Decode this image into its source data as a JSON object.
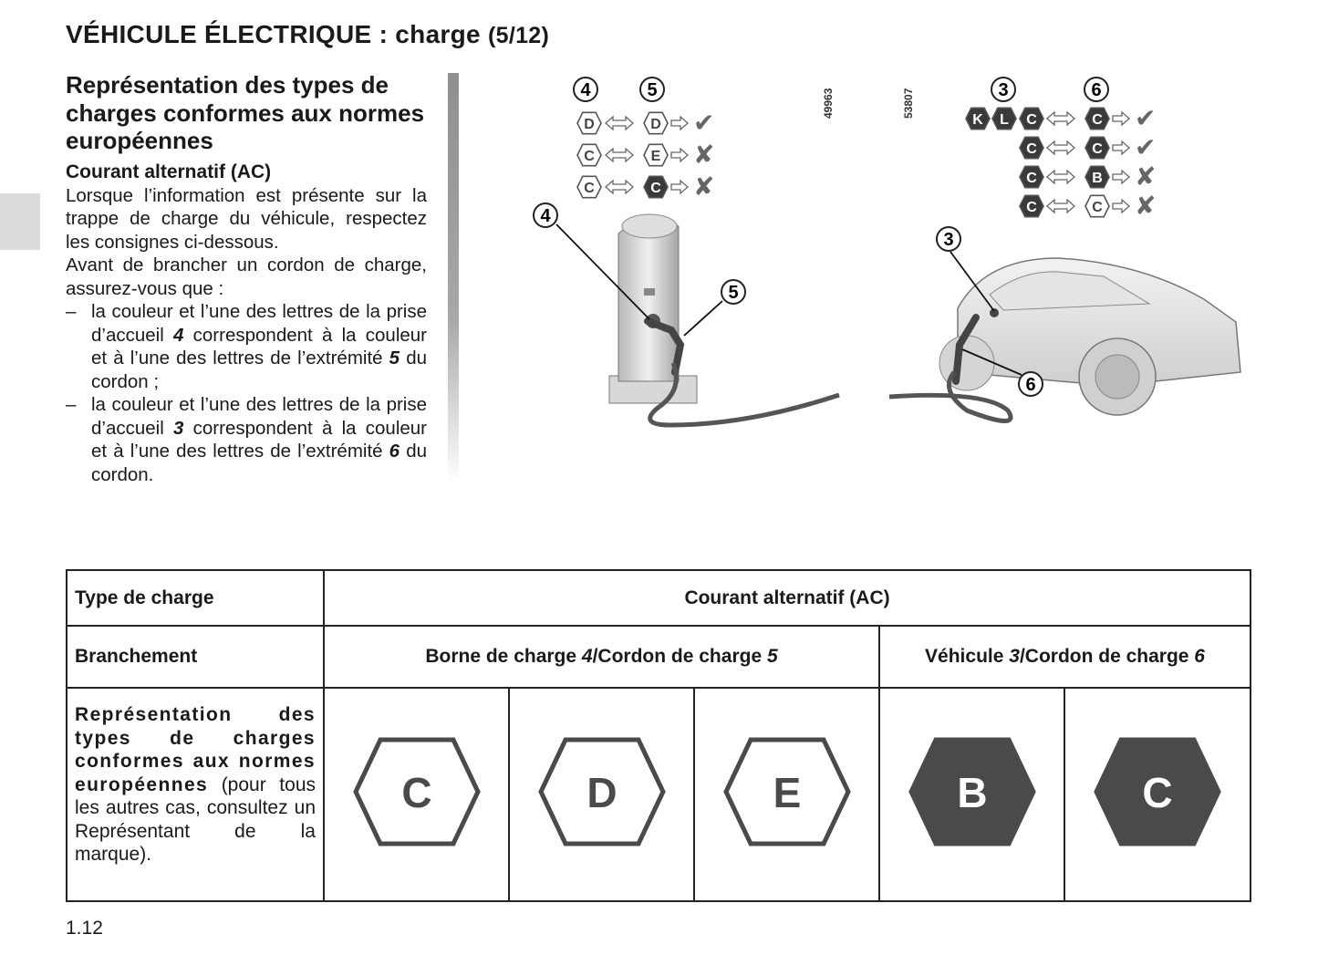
{
  "header": {
    "title": "VÉHICULE ÉLECTRIQUE : charge",
    "page_indicator": "(5/12)"
  },
  "section": {
    "heading": "Représentation des types de charges conformes aux normes européennes",
    "subheading": "Courant alternatif (AC)",
    "paragraph1": "Lorsque l’information est présente sur la trappe de charge du véhicule, respectez les consignes ci-dessous.",
    "paragraph2": "Avant de brancher un cordon de charge, assurez-vous que :",
    "bullets": [
      {
        "dash": "–",
        "before": "la couleur et l’une des lettres de la prise d’accueil ",
        "num": "4",
        "mid": " correspondent à la couleur et à l’une des lettres de l’extrémité ",
        "num2": "5",
        "after": " du cordon ;"
      },
      {
        "dash": "–",
        "before": "la couleur et l’une des lettres de la prise d’accueil ",
        "num": "3",
        "mid": " correspondent à la couleur et à l’une des lettres de l’extrémité ",
        "num2": "6",
        "after": " du cordon."
      }
    ]
  },
  "illustration": {
    "left": {
      "callouts": [
        "4",
        "5",
        "4",
        "5"
      ],
      "ref_code": "49963",
      "rows": [
        {
          "a": "D",
          "b": "D",
          "result": "✔"
        },
        {
          "a": "C",
          "b": "E",
          "result": "✘"
        },
        {
          "a": "C",
          "b": "C",
          "result": "✘"
        }
      ]
    },
    "right": {
      "callouts": [
        "3",
        "6",
        "3",
        "6"
      ],
      "ref_code": "53807",
      "row1_prefix": [
        "K",
        "L"
      ],
      "rows": [
        {
          "a": "C",
          "b": "C",
          "result": "✔"
        },
        {
          "a": "C",
          "b": "C",
          "result": "✔"
        },
        {
          "a": "C",
          "b": "B",
          "result": "✘"
        },
        {
          "a": "C",
          "b": "C",
          "result": "✘"
        }
      ]
    }
  },
  "table": {
    "row1_label": "Type de charge",
    "row1_value": "Courant alternatif (AC)",
    "row2_label": "Branchement",
    "row2_left": {
      "before": "Borne de charge ",
      "num": "4",
      "mid": "/Cordon de charge ",
      "num2": "5"
    },
    "row2_right": {
      "before": "Véhicule ",
      "num": "3",
      "mid": "/Cordon de charge ",
      "num2": "6"
    },
    "row3_bold": "Représentation des types de charges conformes aux normes européennes",
    "row3_rest": " (pour tous les autres cas, consultez un Représentant de la marque).",
    "hexagons": [
      {
        "letter": "C",
        "style": "outline"
      },
      {
        "letter": "D",
        "style": "outline"
      },
      {
        "letter": "E",
        "style": "outline"
      },
      {
        "letter": "B",
        "style": "filled"
      },
      {
        "letter": "C",
        "style": "filled"
      }
    ]
  },
  "footer": {
    "page_number": "1.12"
  },
  "colors": {
    "text": "#1a1a1a",
    "hex_fill": "#4a4a4a",
    "tab": "#dcdcdc"
  }
}
